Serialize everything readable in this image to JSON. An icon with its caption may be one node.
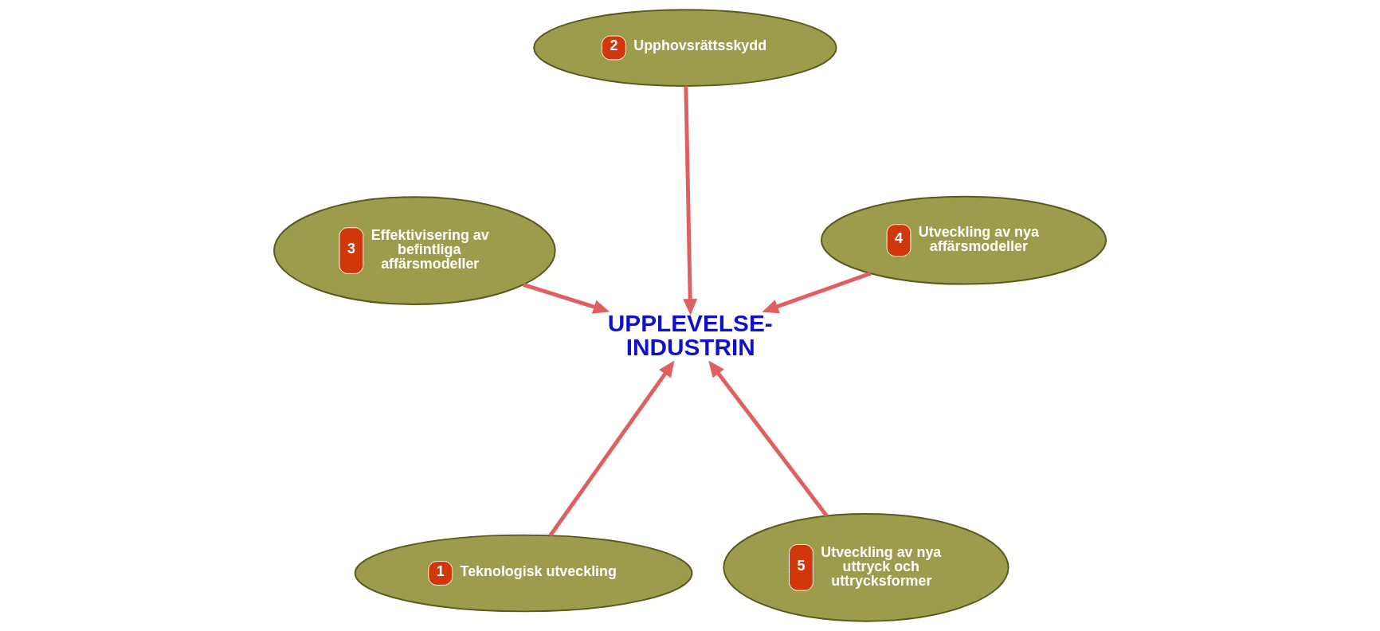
{
  "diagram": {
    "nodes": [
      {
        "text": [
          "1",
          "Teknologisk utveckling"
        ]
      },
      {
        "text": [
          "5",
          "Utveckling av nya uttryck och uttrycksformer"
        ]
      },
      {
        "text": [
          "UPPLEVELSE- INDUSTRIN"
        ]
      },
      {
        "text": [
          "2",
          "Upphovsrättsskydd"
        ]
      },
      {
        "text": [
          "4",
          "Utveckling av nya affärsmodeller"
        ]
      },
      {
        "text": [
          "3",
          "Effektivisering av befintliga affärsmodeller"
        ]
      }
    ],
    "edges": [
      {
        "from": 0,
        "to": 2,
        "arrow": "to"
      },
      {
        "from": 1,
        "to": 2,
        "arrow": "to"
      },
      {
        "from": 3,
        "to": 2,
        "arrow": "to"
      },
      {
        "from": 4,
        "to": 2,
        "arrow": "to"
      },
      {
        "from": 5,
        "to": 2,
        "arrow": "to"
      }
    ]
  }
}
